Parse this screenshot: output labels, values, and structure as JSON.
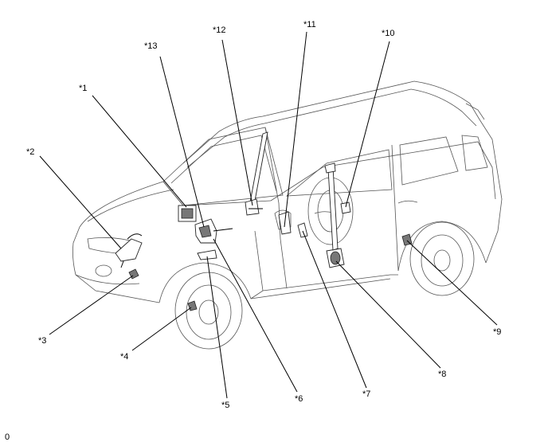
{
  "callouts": [
    "*1",
    "*2",
    "*3",
    "*4",
    "*5",
    "*6",
    "*7",
    "*8",
    "*9",
    "*10",
    "*11",
    "*12",
    "*13"
  ],
  "footer_text": "0"
}
